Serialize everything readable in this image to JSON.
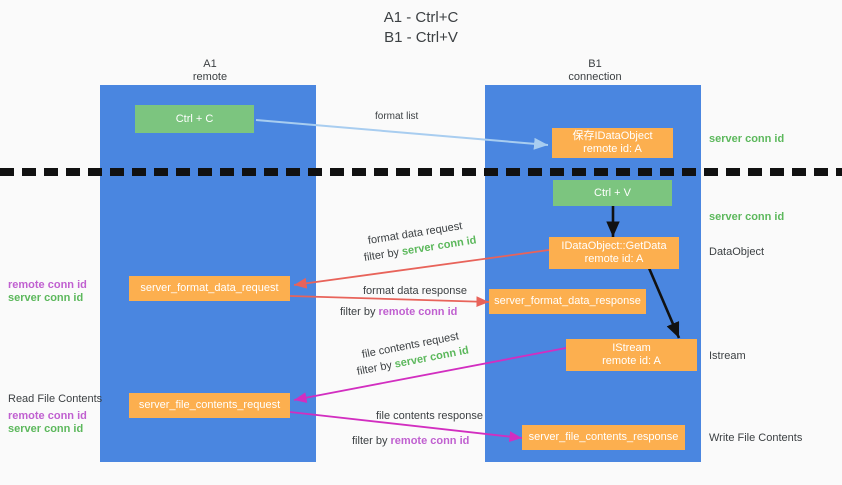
{
  "title": {
    "line1": "A1 - Ctrl+C",
    "line2": "B1 - Ctrl+V"
  },
  "panels": {
    "left": {
      "name": "A1",
      "sub": "remote"
    },
    "right": {
      "name": "B1",
      "sub": "connection"
    }
  },
  "boxes": {
    "ctrl_c": "Ctrl + C",
    "save_idataobject_l1": "保存IDataObject",
    "save_idataobject_l2": "remote id: A",
    "ctrl_v": "Ctrl + V",
    "getdata_l1": "IDataObject::GetData",
    "getdata_l2": "remote id: A",
    "istream_l1": "IStream",
    "istream_l2": "remote id: A",
    "server_format_data_request": "server_format_data_request",
    "server_format_data_response": "server_format_data_response",
    "server_file_contents_request": "server_file_contents_request",
    "server_file_contents_response": "server_file_contents_response"
  },
  "edge_labels": {
    "format_list": "format list",
    "format_data_request": "format data request",
    "format_data_response": "format data response",
    "file_contents_request": "file contents request",
    "file_contents_response": "file contents response",
    "filter_by": "filter by ",
    "server_conn_id": "server conn id",
    "remote_conn_id": "remote conn id"
  },
  "side_labels": {
    "server_conn_id": "server conn id",
    "remote_conn_id": "remote conn id",
    "read_file_contents": "Read File Contents",
    "dataobject": "DataObject",
    "istream": "Istream",
    "write_file_contents": "Write File Contents"
  },
  "colors": {
    "panel": "#4a86e0",
    "green_box": "#7cc57f",
    "orange_box": "#fcaf4f",
    "arrow_blue": "#a8cdf0",
    "arrow_red": "#e8635a",
    "arrow_black": "#111111",
    "arrow_magenta": "#d22ec0",
    "text_green": "#5cb85c",
    "text_purple": "#c060d0"
  }
}
